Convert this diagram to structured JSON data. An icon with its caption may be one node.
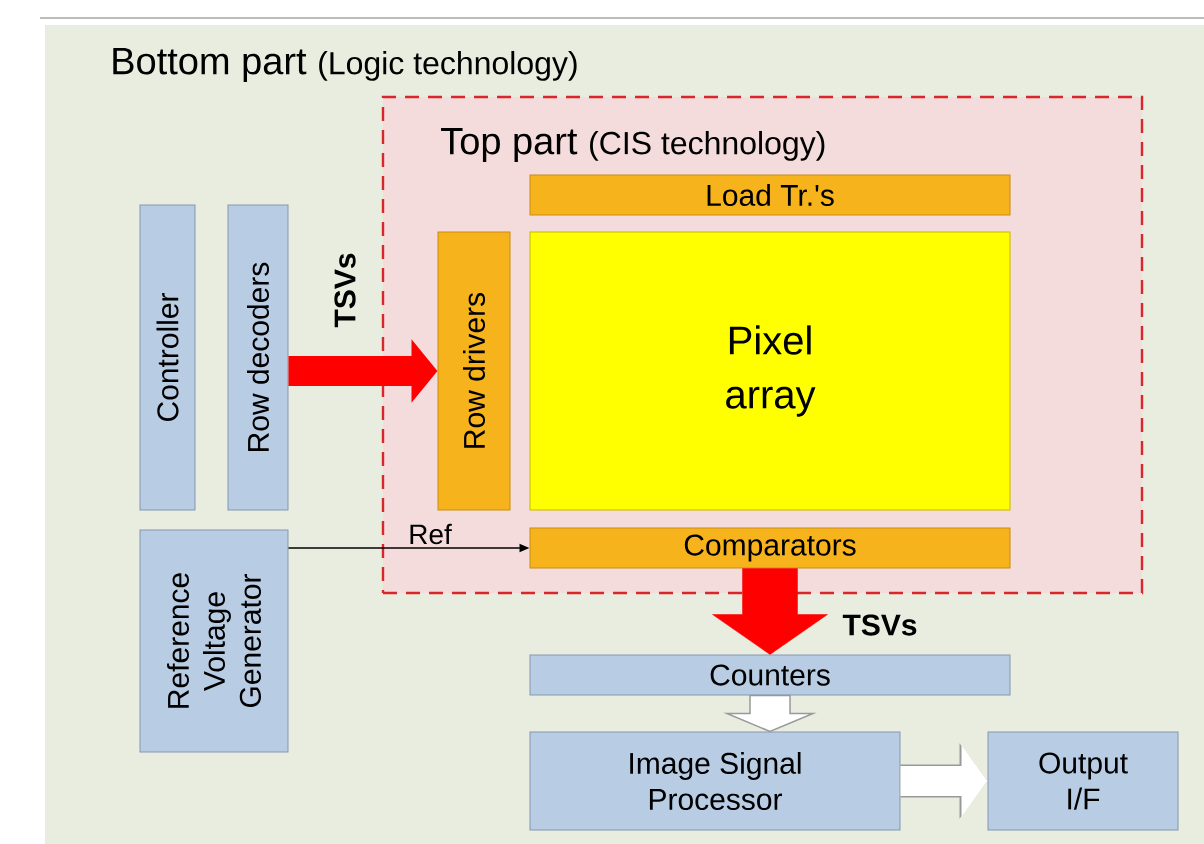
{
  "diagram": {
    "nodes": [
      {
        "text": [
          "Bottom part",
          "(Logic technology)"
        ]
      },
      {
        "text": [
          "Top part",
          "(CIS technology)"
        ],
        "in": 0
      },
      {
        "text": [
          "Load Tr.'s"
        ],
        "in": 1
      },
      {
        "text": [
          "Row drivers"
        ],
        "in": 1
      },
      {
        "text": [
          "Pixel array"
        ],
        "in": 1
      },
      {
        "text": [
          "Comparators"
        ],
        "in": 1
      },
      {
        "text": [
          "Controller"
        ],
        "in": 0
      },
      {
        "text": [
          "Row decoders"
        ],
        "in": 0
      },
      {
        "text": [
          "Reference Voltage Generator"
        ],
        "in": 0
      },
      {
        "text": [
          "Counters"
        ],
        "in": 0
      },
      {
        "text": [
          "Image Signal Processor"
        ],
        "in": 0
      },
      {
        "text": [
          "Output I/F"
        ],
        "in": 0
      }
    ],
    "edges": [
      {
        "from": 7,
        "to": 3,
        "arrow": "to",
        "label": "TSVs",
        "color": "#ff0000"
      },
      {
        "from": 8,
        "to": 5,
        "arrow": "to",
        "label": "Ref",
        "color": "#000000"
      },
      {
        "from": 5,
        "to": 9,
        "arrow": "to",
        "label": "TSVs",
        "color": "#ff0000"
      },
      {
        "from": 9,
        "to": 10,
        "arrow": "to",
        "color": "#ffffff"
      },
      {
        "from": 10,
        "to": 11,
        "arrow": "to",
        "color": "#ffffff"
      }
    ]
  }
}
